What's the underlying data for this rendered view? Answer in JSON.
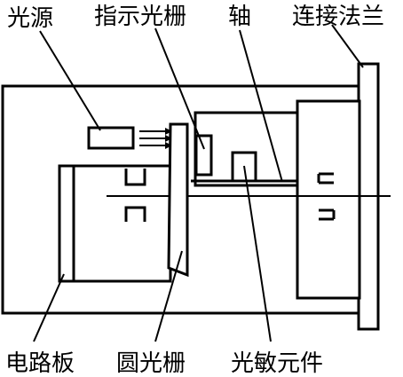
{
  "labels": {
    "light_source": "光源",
    "indicator_grating": "指示光栅",
    "shaft": "轴",
    "connecting_flange": "连接法兰",
    "circuit_board": "电路板",
    "circular_grating": "圆光栅",
    "photosensitive_element": "光敏元件"
  },
  "colors": {
    "ink": "#000000",
    "background": "#ffffff"
  }
}
